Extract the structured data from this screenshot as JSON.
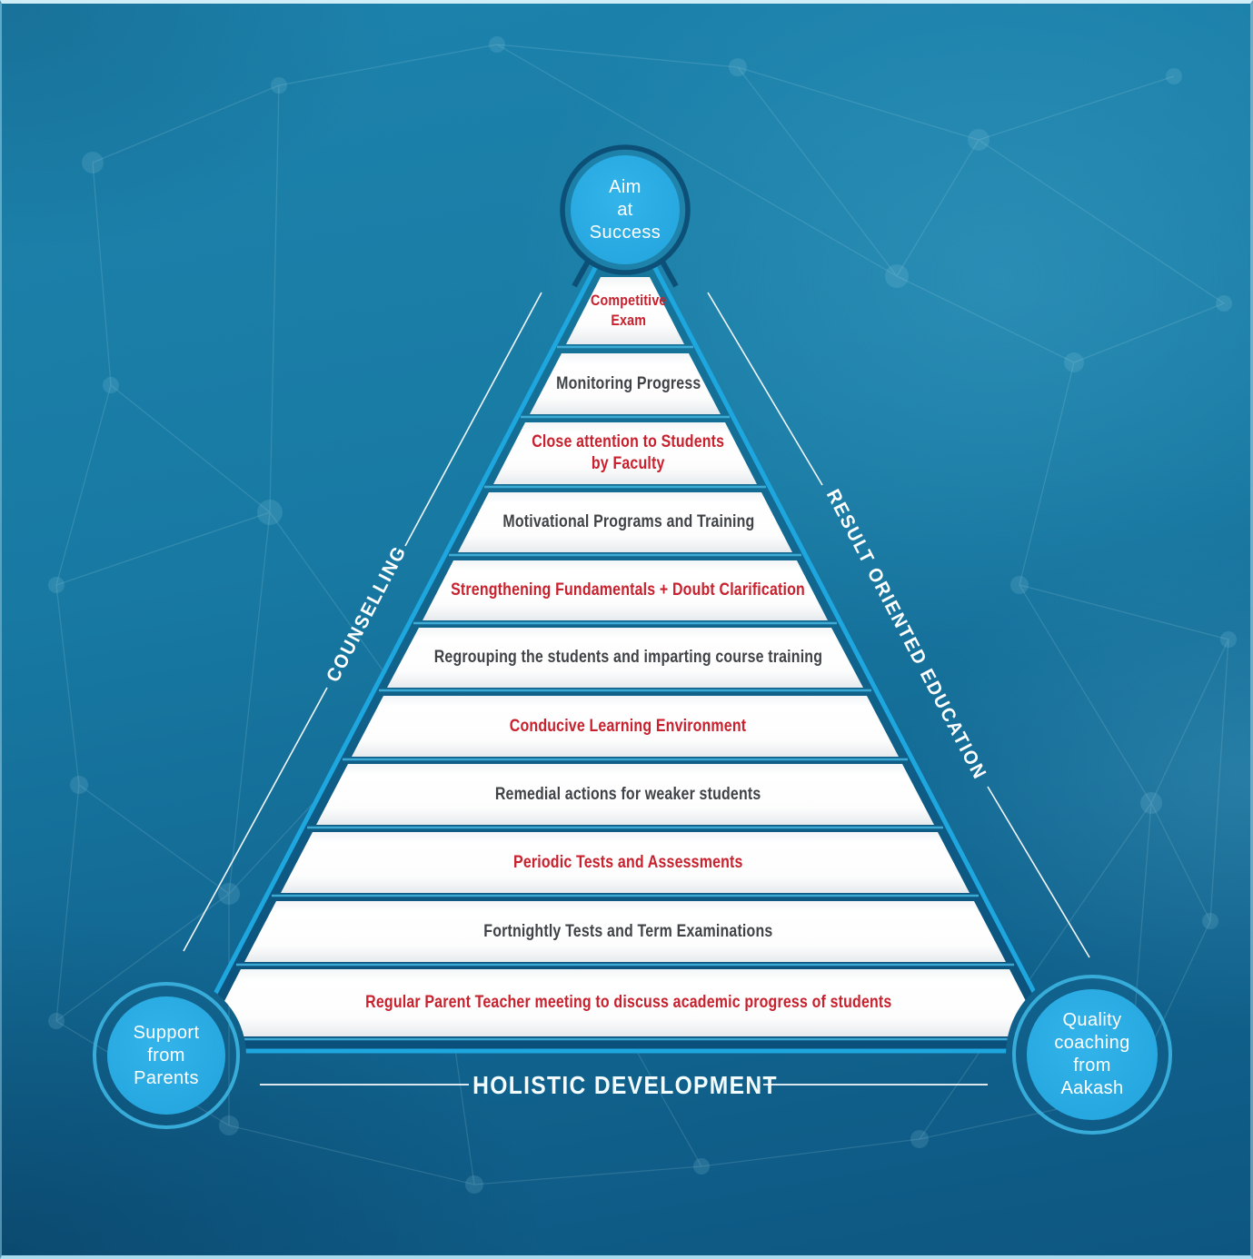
{
  "pyramid": {
    "apex_circle": {
      "lines": [
        "Aim",
        "at",
        "Success"
      ]
    },
    "left_circle": {
      "lines": [
        "Support",
        "from",
        "Parents"
      ]
    },
    "right_circle": {
      "lines": [
        "Quality",
        "coaching",
        "from",
        "Aakash"
      ]
    },
    "layers": [
      {
        "emphasis": "red",
        "lines": [
          "Competitive",
          "Exam"
        ]
      },
      {
        "emphasis": "dark",
        "lines": [
          "Monitoring Progress"
        ]
      },
      {
        "emphasis": "red",
        "lines": [
          "Close attention to Students",
          "by Faculty"
        ]
      },
      {
        "emphasis": "dark",
        "lines": [
          "Motivational Programs and Training"
        ]
      },
      {
        "emphasis": "red",
        "lines": [
          "Strengthening Fundamentals + Doubt Clarification"
        ]
      },
      {
        "emphasis": "dark",
        "lines": [
          "Regrouping the students and imparting course training"
        ]
      },
      {
        "emphasis": "red",
        "lines": [
          "Conducive Learning Environment"
        ]
      },
      {
        "emphasis": "dark",
        "lines": [
          "Remedial actions for weaker students"
        ]
      },
      {
        "emphasis": "red",
        "lines": [
          "Periodic Tests and Assessments"
        ]
      },
      {
        "emphasis": "dark",
        "lines": [
          "Fortnightly Tests and Term Examinations"
        ]
      },
      {
        "emphasis": "red",
        "lines": [
          "Regular Parent Teacher meeting to discuss academic progress of students"
        ]
      }
    ],
    "edge_labels": {
      "left": "COUNSELLING",
      "right": "RESULT ORIENTED EDUCATION",
      "bottom": "HOLISTIC DEVELOPMENT"
    }
  },
  "colors": {
    "background": "#177AA3",
    "circle_fill": "#29ABE2",
    "triangle_outline": "#1EA7DF",
    "triangle_fill_top": "#15749D",
    "triangle_fill_bottom": "#0B507B",
    "band_fill": "#FFFFFF",
    "red_text": "#C8202D",
    "dark_text": "#3F4347",
    "white_text": "#FFFFFF"
  }
}
